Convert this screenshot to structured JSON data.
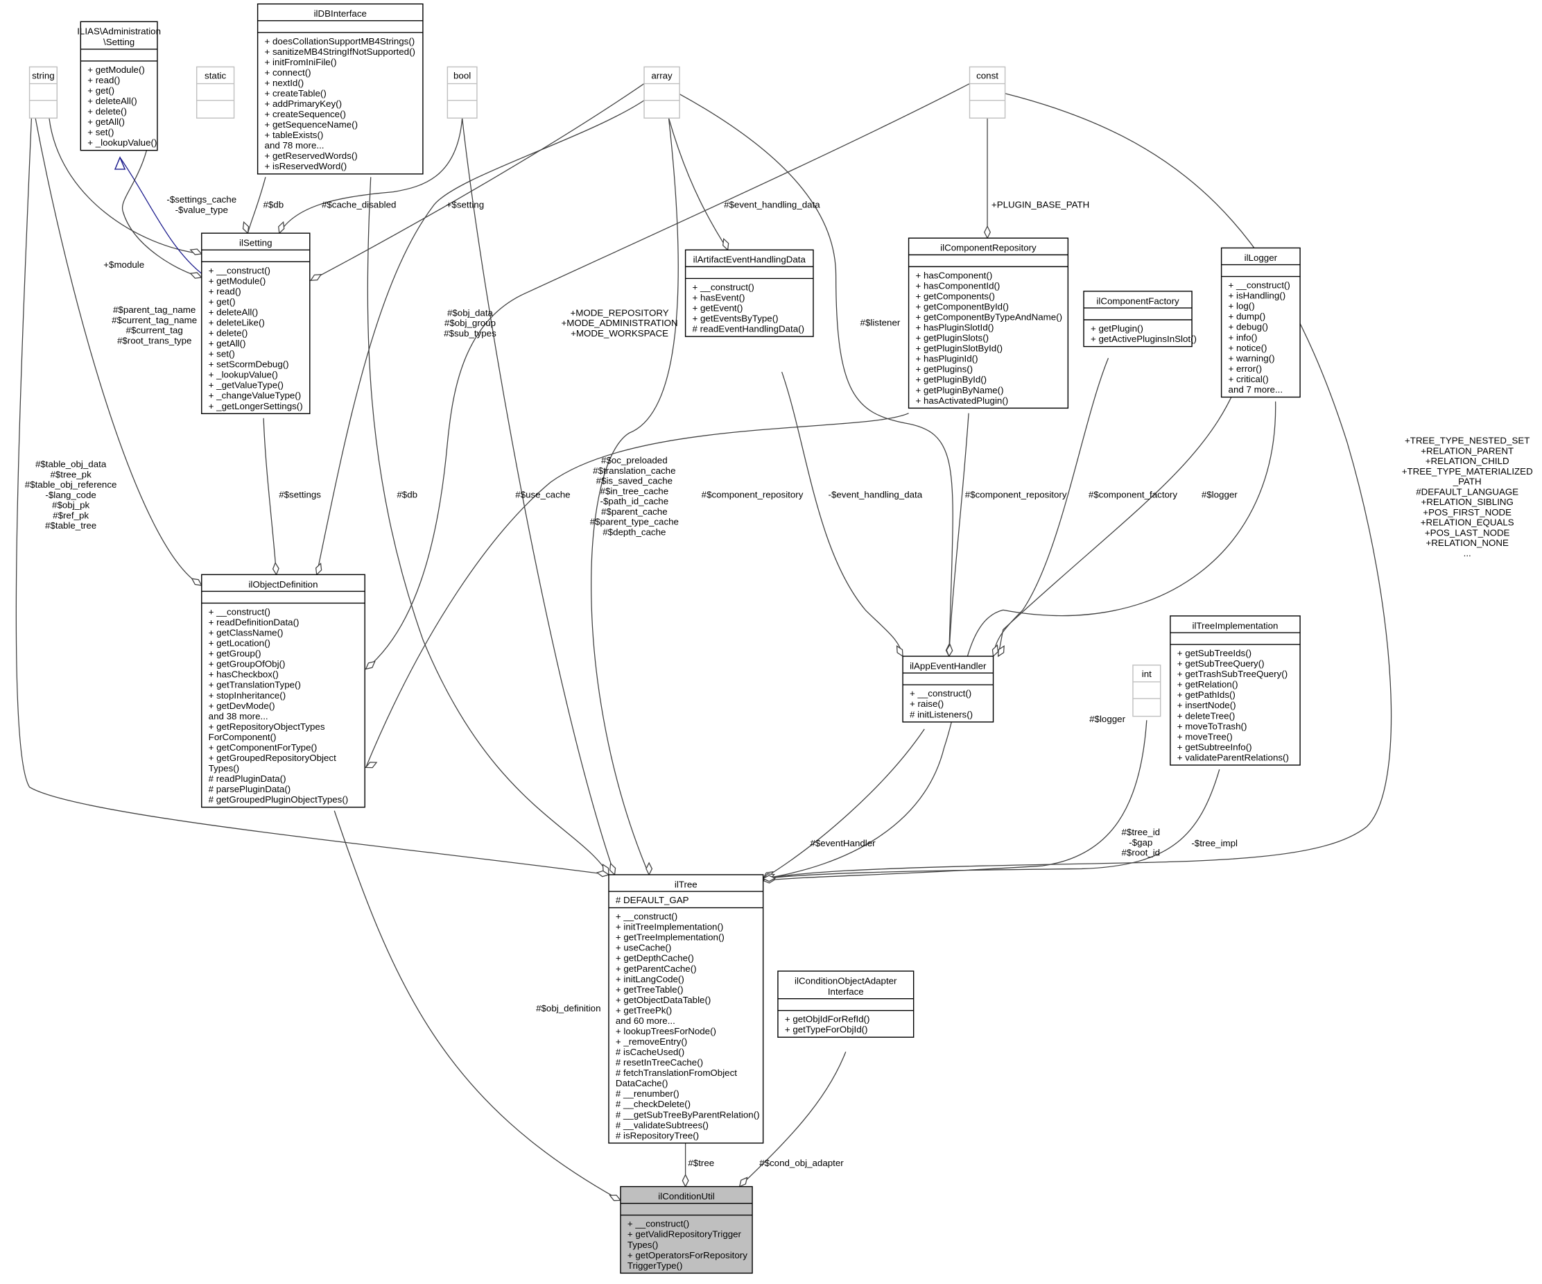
{
  "colors": {
    "highlight_fill": "#bfbfbf",
    "box_border": "#000000",
    "primitive_border": "#bfbfbf",
    "edge": "#404040",
    "inheritance_edge": "#1a1a8c"
  },
  "classes": {
    "ilias_setting": {
      "title": [
        "ILIAS\\Administration",
        "\\Setting"
      ],
      "attributes": [],
      "methods": [
        "+ getModule()",
        "+ read()",
        "+ get()",
        "+ deleteAll()",
        "+ delete()",
        "+ getAll()",
        "+ set()",
        "+ _lookupValue()"
      ]
    },
    "string": {
      "title": [
        "string"
      ],
      "primitive": true
    },
    "static": {
      "title": [
        "static"
      ],
      "primitive": true
    },
    "ildbinterface": {
      "title": [
        "ilDBInterface"
      ],
      "attributes": [],
      "methods": [
        "+ doesCollationSupportMB4Strings()",
        "+ sanitizeMB4StringIfNotSupported()",
        "+ initFromIniFile()",
        "+ connect()",
        "+ nextId()",
        "+ createTable()",
        "+ addPrimaryKey()",
        "+ createSequence()",
        "+ getSequenceName()",
        "+ tableExists()",
        "and 78 more...",
        "+ getReservedWords()",
        "+ isReservedWord()"
      ]
    },
    "bool": {
      "title": [
        "bool"
      ],
      "primitive": true
    },
    "array": {
      "title": [
        "array"
      ],
      "primitive": true
    },
    "const": {
      "title": [
        "const"
      ],
      "primitive": true
    },
    "ilsetting": {
      "title": [
        "ilSetting"
      ],
      "attributes": [],
      "methods": [
        "+ __construct()",
        "+ getModule()",
        "+ read()",
        "+ get()",
        "+ deleteAll()",
        "+ deleteLike()",
        "+ delete()",
        "+ getAll()",
        "+ set()",
        "+ setScormDebug()",
        "+ _lookupValue()",
        "+ _getValueType()",
        "+ _changeValueType()",
        "+ _getLongerSettings()"
      ]
    },
    "ilartifacteventhandlingdata": {
      "title": [
        "ilArtifactEventHandlingData"
      ],
      "attributes": [],
      "methods": [
        "+ __construct()",
        "+ hasEvent()",
        "+ getEvent()",
        "+ getEventsByType()",
        "# readEventHandlingData()"
      ]
    },
    "ilcomponentrepository": {
      "title": [
        "ilComponentRepository"
      ],
      "attributes": [],
      "methods": [
        "+ hasComponent()",
        "+ hasComponentId()",
        "+ getComponents()",
        "+ getComponentById()",
        "+ getComponentByTypeAndName()",
        "+ hasPluginSlotId()",
        "+ getPluginSlots()",
        "+ getPluginSlotById()",
        "+ hasPluginId()",
        "+ getPlugins()",
        "+ getPluginById()",
        "+ getPluginByName()",
        "+ hasActivatedPlugin()"
      ]
    },
    "ilcomponentfactory": {
      "title": [
        "ilComponentFactory"
      ],
      "attributes": [],
      "methods": [
        "+ getPlugin()",
        "+ getActivePluginsInSlot()"
      ]
    },
    "illogger": {
      "title": [
        "ilLogger"
      ],
      "attributes": [],
      "methods": [
        "+ __construct()",
        "+ isHandling()",
        "+ log()",
        "+ dump()",
        "+ debug()",
        "+ info()",
        "+ notice()",
        "+ warning()",
        "+ error()",
        "+ critical()",
        "and 7 more..."
      ]
    },
    "ilobjectdefinition": {
      "title": [
        "ilObjectDefinition"
      ],
      "attributes": [],
      "methods": [
        "+ __construct()",
        "+ readDefinitionData()",
        "+ getClassName()",
        "+ getLocation()",
        "+ getGroup()",
        "+ getGroupOfObj()",
        "+ hasCheckbox()",
        "+ getTranslationType()",
        "+ stopInheritance()",
        "+ getDevMode()",
        "and 38 more...",
        "+ getRepositoryObjectTypes",
        "ForComponent()",
        "+ getComponentForType()",
        "+ getGroupedRepositoryObject",
        "Types()",
        "# readPluginData()",
        "# parsePluginData()",
        "# getGroupedPluginObjectTypes()"
      ]
    },
    "ilappeventhandler": {
      "title": [
        "ilAppEventHandler"
      ],
      "attributes": [],
      "methods": [
        "+ __construct()",
        "+ raise()",
        "# initListeners()"
      ]
    },
    "int": {
      "title": [
        "int"
      ],
      "primitive": true
    },
    "iltreeimplementation": {
      "title": [
        "ilTreeImplementation"
      ],
      "attributes": [],
      "methods": [
        "+ getSubTreeIds()",
        "+ getSubTreeQuery()",
        "+ getTrashSubTreeQuery()",
        "+ getRelation()",
        "+ getPathIds()",
        "+ insertNode()",
        "+ deleteTree()",
        "+ moveToTrash()",
        "+ moveTree()",
        "+ getSubtreeInfo()",
        "+ validateParentRelations()"
      ]
    },
    "iltree": {
      "title": [
        "ilTree"
      ],
      "attributes": [
        "# DEFAULT_GAP"
      ],
      "methods": [
        "+ __construct()",
        "+ initTreeImplementation()",
        "+ getTreeImplementation()",
        "+ useCache()",
        "+ getDepthCache()",
        "+ getParentCache()",
        "+ initLangCode()",
        "+ getTreeTable()",
        "+ getObjectDataTable()",
        "+ getTreePk()",
        "and 60 more...",
        "+ lookupTreesForNode()",
        "+ _removeEntry()",
        "# isCacheUsed()",
        "# resetInTreeCache()",
        "# fetchTranslationFromObject",
        "DataCache()",
        "# __renumber()",
        "# __checkDelete()",
        "# __getSubTreeByParentRelation()",
        "# __validateSubtrees()",
        "# isRepositoryTree()"
      ]
    },
    "ilconditionobjectadapterinterface": {
      "title": [
        "ilConditionObjectAdapter",
        "Interface"
      ],
      "attributes": [],
      "methods": [
        "+ getObjIdForRefId()",
        "+ getTypeForObjId()"
      ]
    },
    "ilconditionutil": {
      "title": [
        "ilConditionUtil"
      ],
      "attributes": [],
      "methods": [
        "+ __construct()",
        "+ getValidRepositoryTrigger",
        "Types()",
        "+ getOperatorsForRepository",
        "TriggerType()"
      ],
      "highlighted": true
    }
  },
  "edges": {
    "module": {
      "from": "string",
      "to": "ilsetting",
      "label": [
        "+$module"
      ]
    },
    "inherit": {
      "from": "ilsetting",
      "to": "ilias_setting",
      "type": "inheritance",
      "label": []
    },
    "settings_cache": {
      "from": "static",
      "to": "ilsetting",
      "label": [
        "-$settings_cache",
        "-$value_type"
      ]
    },
    "setting_db": {
      "from": "ildbinterface",
      "to": "ilsetting",
      "label": [
        "#$db"
      ]
    },
    "cache_disabled": {
      "from": "bool",
      "to": "ilsetting",
      "label": [
        "#$cache_disabled"
      ]
    },
    "setting": {
      "from": "array",
      "to": "ilsetting",
      "label": [
        "+$setting"
      ]
    },
    "tag_names": {
      "from": "string",
      "to": "ilobjectdefinition",
      "label": [
        "#$parent_tag_name",
        "#$current_tag_name",
        "#$current_tag",
        "#$root_trans_type"
      ]
    },
    "settings": {
      "from": "ilsetting",
      "to": "ilobjectdefinition",
      "label": [
        "#$settings"
      ]
    },
    "obj_data": {
      "from": "array",
      "to": "ilobjectdefinition",
      "label": [
        "#$obj_data",
        "#$obj_group",
        "#$sub_types"
      ]
    },
    "modes": {
      "from": "const",
      "to": "ilobjectdefinition",
      "label": [
        "+MODE_REPOSITORY",
        "+MODE_ADMINISTRATION",
        "+MODE_WORKSPACE"
      ]
    },
    "objdef_component_repository": {
      "from": "ilcomponentrepository",
      "to": "ilobjectdefinition",
      "label": [
        "#$component_repository"
      ]
    },
    "table_obj_data": {
      "from": "string",
      "to": "iltree",
      "label": [
        "#$table_obj_data",
        "#$tree_pk",
        "#$table_obj_reference",
        "-$lang_code",
        "#$obj_pk",
        "#$ref_pk",
        "#$table_tree"
      ]
    },
    "tree_db": {
      "from": "ildbinterface",
      "to": "iltree",
      "label": [
        "#$db"
      ]
    },
    "use_cache": {
      "from": "bool",
      "to": "iltree",
      "label": [
        "#$use_cache"
      ]
    },
    "caches": {
      "from": "array",
      "to": "iltree",
      "label": [
        "#$oc_preloaded",
        "#$translation_cache",
        "#$is_saved_cache",
        "#$in_tree_cache",
        "-$path_id_cache",
        "#$parent_cache",
        "#$parent_type_cache",
        "#$depth_cache"
      ]
    },
    "obj_definition": {
      "from": "ilobjectdefinition",
      "to": "ilconditionutil",
      "label": [
        "#$obj_definition"
      ]
    },
    "event_handling_data_arr": {
      "from": "array",
      "to": "ilartifacteventhandlingdata",
      "label": [
        "#$event_handling_data"
      ]
    },
    "listener": {
      "from": "array",
      "to": "ilappeventhandler",
      "label": [
        "#$listener"
      ]
    },
    "plugin_base_path": {
      "from": "const",
      "to": "ilcomponentrepository",
      "label": [
        "+PLUGIN_BASE_PATH"
      ]
    },
    "event_handling_data": {
      "from": "ilartifacteventhandlingdata",
      "to": "ilappeventhandler",
      "label": [
        "-$event_handling_data"
      ]
    },
    "aeh_component_repository": {
      "from": "ilcomponentrepository",
      "to": "ilappeventhandler",
      "label": [
        "#$component_repository"
      ]
    },
    "component_factory": {
      "from": "ilcomponentfactory",
      "to": "ilappeventhandler",
      "label": [
        "#$component_factory"
      ]
    },
    "aeh_logger": {
      "from": "illogger",
      "to": "ilappeventhandler",
      "label": [
        "#$logger"
      ]
    },
    "event_handler": {
      "from": "ilappeventhandler",
      "to": "iltree",
      "label": [
        "#$eventHandler"
      ]
    },
    "tree_logger": {
      "from": "illogger",
      "to": "iltree",
      "label": [
        "#$logger"
      ]
    },
    "tree_ids": {
      "from": "int",
      "to": "iltree",
      "label": [
        "#$tree_id",
        "-$gap",
        "#$root_id"
      ]
    },
    "tree_impl": {
      "from": "iltreeimplementation",
      "to": "iltree",
      "label": [
        "-$tree_impl"
      ]
    },
    "tree_consts": {
      "from": "const",
      "to": "iltree",
      "label": [
        "+TREE_TYPE_NESTED_SET",
        "+RELATION_PARENT",
        "+RELATION_CHILD",
        "+TREE_TYPE_MATERIALIZED",
        "_PATH",
        "#DEFAULT_LANGUAGE",
        "+RELATION_SIBLING",
        "+POS_FIRST_NODE",
        "+RELATION_EQUALS",
        "+POS_LAST_NODE",
        "+RELATION_NONE",
        "..."
      ]
    },
    "tree": {
      "from": "iltree",
      "to": "ilconditionutil",
      "label": [
        "#$tree"
      ]
    },
    "cond_obj_adapter": {
      "from": "ilconditionobjectadapterinterface",
      "to": "ilconditionutil",
      "label": [
        "#$cond_obj_adapter"
      ]
    }
  }
}
